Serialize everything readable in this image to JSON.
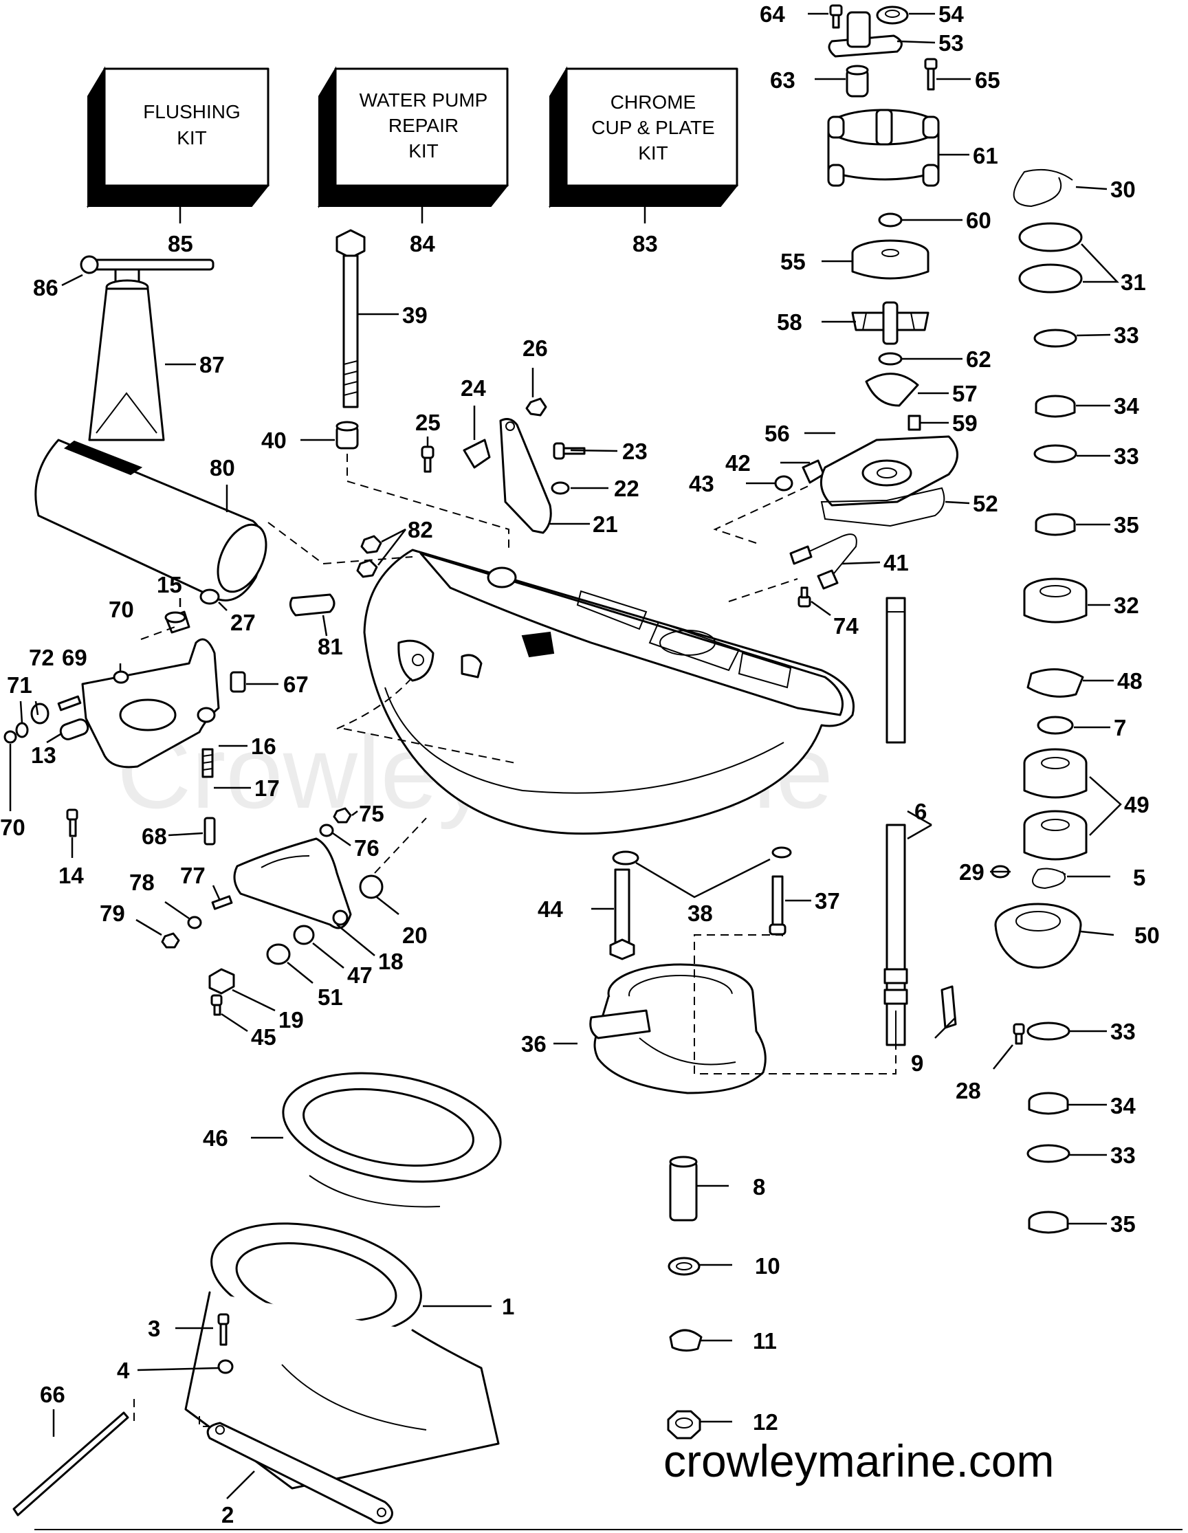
{
  "kits": [
    {
      "label": "FLUSHING KIT",
      "lines": [
        "FLUSHING",
        "KIT"
      ],
      "number": "85"
    },
    {
      "label": "WATER PUMP REPAIR KIT",
      "lines": [
        "WATER PUMP",
        "REPAIR",
        "KIT"
      ],
      "number": "84"
    },
    {
      "label": "CHROME CUP & PLATE KIT",
      "lines": [
        "CHROME",
        "CUP & PLATE",
        "KIT"
      ],
      "number": "83"
    }
  ],
  "callouts": {
    "c1": "1",
    "c2": "2",
    "c3": "3",
    "c4": "4",
    "c5": "5",
    "c6": "6",
    "c7": "7",
    "c8": "8",
    "c9": "9",
    "c10": "10",
    "c11": "11",
    "c12": "12",
    "c13": "13",
    "c14": "14",
    "c15": "15",
    "c16": "16",
    "c17": "17",
    "c18": "18",
    "c19": "19",
    "c20": "20",
    "c21": "21",
    "c22": "22",
    "c23": "23",
    "c24": "24",
    "c25": "25",
    "c26": "26",
    "c27": "27",
    "c28": "28",
    "c29": "29",
    "c30": "30",
    "c31": "31",
    "c32": "32",
    "c33a": "33",
    "c33b": "33",
    "c33c": "33",
    "c33d": "33",
    "c34a": "34",
    "c34b": "34",
    "c35a": "35",
    "c35b": "35",
    "c36": "36",
    "c37": "37",
    "c38": "38",
    "c39": "39",
    "c40": "40",
    "c41": "41",
    "c42": "42",
    "c43": "43",
    "c44": "44",
    "c45": "45",
    "c46": "46",
    "c47": "47",
    "c48": "48",
    "c49": "49",
    "c50": "50",
    "c51": "51",
    "c52": "52",
    "c53": "53",
    "c54": "54",
    "c55": "55",
    "c56": "56",
    "c57": "57",
    "c58": "58",
    "c59": "59",
    "c60": "60",
    "c61": "61",
    "c62": "62",
    "c63": "63",
    "c64": "64",
    "c65": "65",
    "c66": "66",
    "c67": "67",
    "c68": "68",
    "c69": "69",
    "c70a": "70",
    "c70b": "70",
    "c71": "71",
    "c72": "72",
    "c74": "74",
    "c75": "75",
    "c76": "76",
    "c77": "77",
    "c78": "78",
    "c79": "79",
    "c80": "80",
    "c81": "81",
    "c82": "82",
    "c86": "86",
    "c87": "87"
  },
  "watermark": "Crowley Marine",
  "website": "crowleymarine.com"
}
